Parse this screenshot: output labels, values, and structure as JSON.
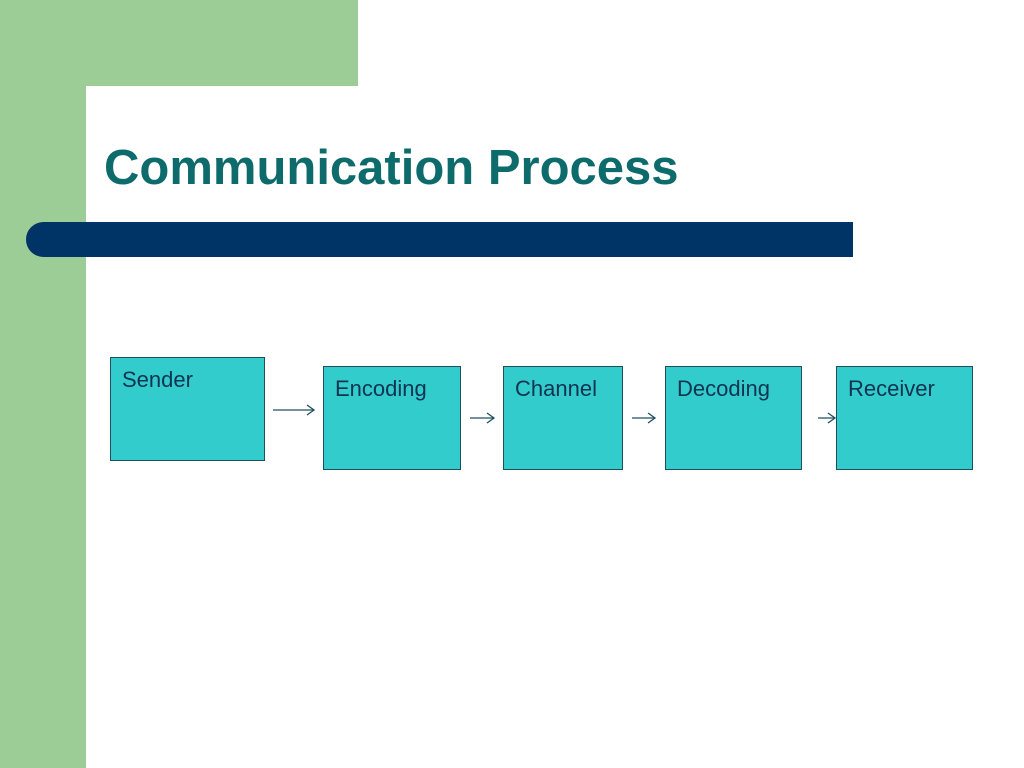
{
  "slide": {
    "title": "Communication Process"
  },
  "diagram": {
    "nodes": [
      {
        "id": "sender",
        "label": "Sender"
      },
      {
        "id": "encoding",
        "label": "Encoding"
      },
      {
        "id": "channel",
        "label": "Channel"
      },
      {
        "id": "decoding",
        "label": "Decoding"
      },
      {
        "id": "receiver",
        "label": "Receiver"
      }
    ],
    "edges": [
      {
        "from": "sender",
        "to": "encoding"
      },
      {
        "from": "encoding",
        "to": "channel"
      },
      {
        "from": "channel",
        "to": "decoding"
      },
      {
        "from": "decoding",
        "to": "receiver"
      }
    ]
  },
  "colors": {
    "background": "#ffffff",
    "accent_green": "#9dcd96",
    "title_text": "#0d6b6b",
    "title_bar": "#003366",
    "box_fill": "#33cccc",
    "box_border": "#1f4f5f",
    "box_text": "#0f3350",
    "arrow": "#1f4f5f"
  }
}
